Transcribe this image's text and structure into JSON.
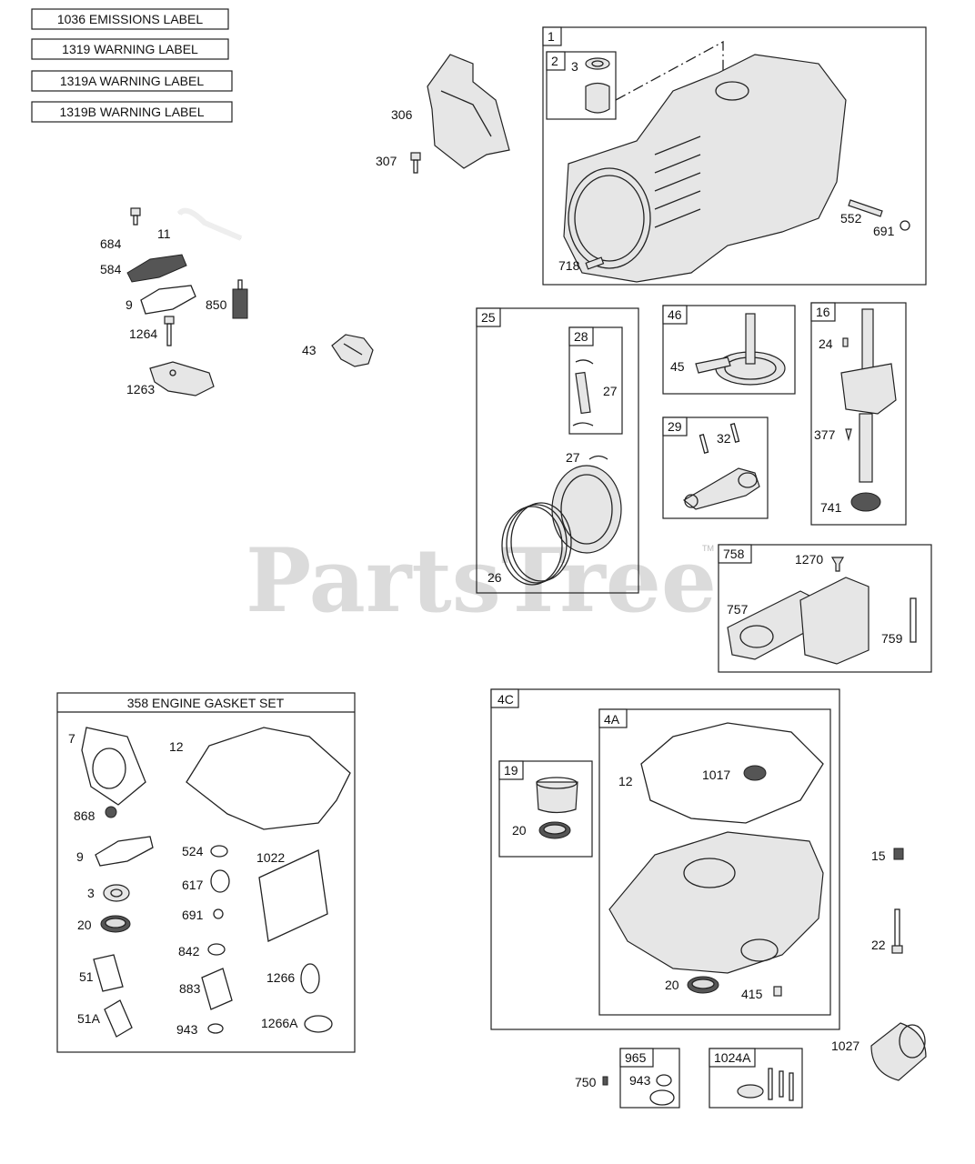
{
  "labels_list": [
    "1036 EMISSIONS LABEL",
    "1319 WARNING LABEL",
    "1319A WARNING LABEL",
    "1319B WARNING LABEL"
  ],
  "watermark": "PartsTree",
  "trademark": "TM",
  "callouts": {
    "c306": "306",
    "c307": "307",
    "c1": "1",
    "c2": "2",
    "c3": "3",
    "c552": "552",
    "c691": "691",
    "c718": "718",
    "c684": "684",
    "c11": "11",
    "c584": "584",
    "c9": "9",
    "c850": "850",
    "c1264": "1264",
    "c43": "43",
    "c1263": "1263",
    "c25": "25",
    "c28": "28",
    "c27a": "27",
    "c27b": "27",
    "c26": "26",
    "c46": "46",
    "c45": "45",
    "c16": "16",
    "c24": "24",
    "c377": "377",
    "c741": "741",
    "c29": "29",
    "c32": "32",
    "c758": "758",
    "c1270": "1270",
    "c757": "757",
    "c759": "759"
  },
  "gasket_set": {
    "title": "358 ENGINE GASKET SET",
    "items": {
      "g7": "7",
      "g12": "12",
      "g868": "868",
      "g9": "9",
      "g524": "524",
      "g1022": "1022",
      "g3": "3",
      "g617": "617",
      "g20": "20",
      "g691": "691",
      "g842": "842",
      "g51": "51",
      "g883": "883",
      "g1266": "1266",
      "g51a": "51A",
      "g943": "943",
      "g1266a": "1266A"
    }
  },
  "sump": {
    "c4c": "4C",
    "c4a": "4A",
    "c19": "19",
    "c20a": "20",
    "c12": "12",
    "c1017": "1017",
    "c20b": "20",
    "c415": "415"
  },
  "misc": {
    "c15": "15",
    "c22": "22",
    "c1027": "1027",
    "c750": "750",
    "c965": "965",
    "c943": "943",
    "c1024a": "1024A"
  }
}
